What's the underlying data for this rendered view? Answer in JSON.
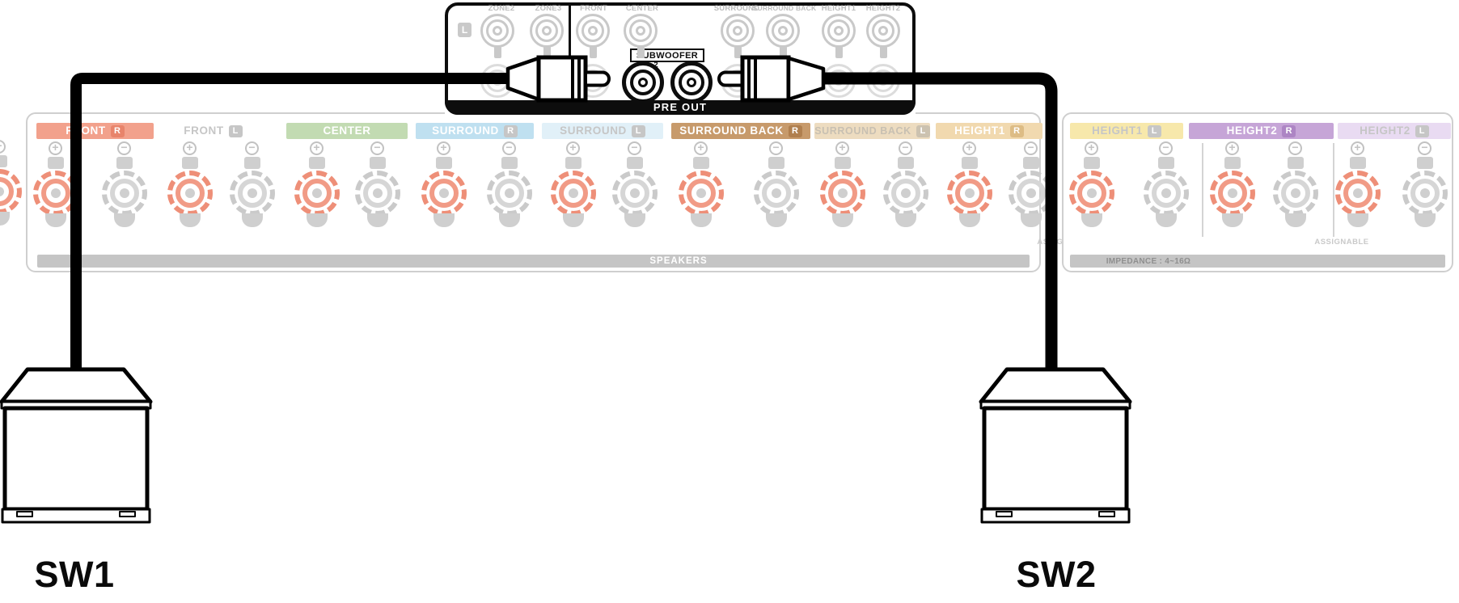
{
  "pre_out_panel": {
    "section_label": "PRE OUT",
    "channel_badge": "L",
    "jack_labels": [
      "ZONE2",
      "ZONE3",
      "FRONT",
      "CENTER",
      "SURROUND",
      "SURROUND BACK",
      "HEIGHT1",
      "HEIGHT2"
    ],
    "subwoofer_label": "SUBWOOFER",
    "subwoofer_jacks": [
      "1",
      "2"
    ]
  },
  "speaker_terminals": {
    "sections": [
      {
        "label": "FRONT",
        "channel": "R",
        "bg": "#F2A18C",
        "text": "#FFFFFF",
        "box": "#E8846B"
      },
      {
        "label": "FRONT",
        "channel": "L",
        "bg": "transparent",
        "text": "#C6C6C6",
        "box": "#C6C6C6"
      },
      {
        "label": "CENTER",
        "channel": "",
        "bg": "#C2DBB2",
        "text": "#FFFFFF",
        "box": ""
      },
      {
        "label": "SURROUND",
        "channel": "R",
        "bg": "#BFE0F0",
        "text": "#FFFFFF",
        "box": "#C6C6C6"
      },
      {
        "label": "SURROUND",
        "channel": "L",
        "bg": "#E1F0F8",
        "text": "#C6C6C6",
        "box": "#C6C6C6"
      },
      {
        "label": "SURROUND BACK",
        "channel": "R",
        "bg": "#C79A6B",
        "text": "#FFFFFF",
        "box": "#B07F4E"
      },
      {
        "label": "SURROUND BACK",
        "channel": "L",
        "bg": "#EDDCC0",
        "text": "#C8C0B2",
        "box": "#CCC2B0"
      },
      {
        "label": "HEIGHT1",
        "channel": "R",
        "bg": "#F1D9AF",
        "text": "#FFFFFF",
        "box": "#DDBC85"
      },
      {
        "label": "HEIGHT1",
        "channel": "L",
        "bg": "#F7E8AB",
        "text": "#C6C6C6",
        "box": "#C6C6C6"
      },
      {
        "label": "HEIGHT2",
        "channel": "R",
        "bg": "#C6A5D7",
        "text": "#FFFFFF",
        "box": "#AD85C4"
      },
      {
        "label": "HEIGHT2",
        "channel": "L",
        "bg": "#E9DBF2",
        "text": "#C6C6C6",
        "box": "#C6C6C6"
      }
    ],
    "speakers_bar": "SPEAKERS",
    "impedance_label": "IMPEDANCE : 4~16Ω",
    "assignable_left": "ASSIGNABLE",
    "assignable_right": "ASSIGNABLE"
  },
  "subwoofers": {
    "left": "SW1",
    "right": "SW2"
  },
  "colors": {
    "cable": "#000000",
    "panel_border": "#0D0D0D",
    "faded_gray": "#C6C6C6",
    "bar_gray": "#C5C5C5",
    "post_red": "#EE8F78",
    "post_gray": "#CACACA"
  }
}
